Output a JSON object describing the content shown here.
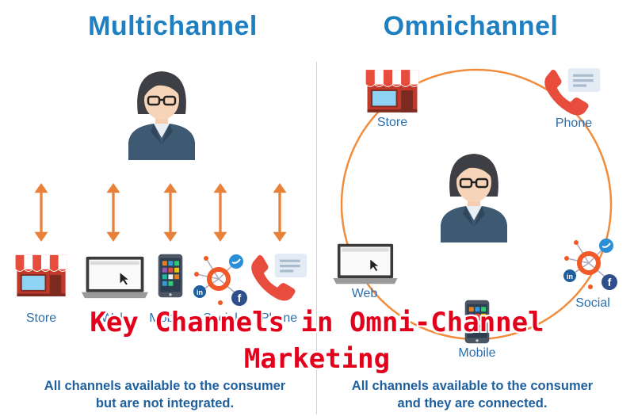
{
  "left": {
    "title": "Multichannel",
    "caption_line1": "All channels available to the consumer",
    "caption_line2": "but are not integrated.",
    "labels": {
      "store": "Store",
      "web": "Web",
      "mobile": "Mobile",
      "social": "Social",
      "phone": "Phone"
    }
  },
  "right": {
    "title": "Omnichannel",
    "caption_line1": "All channels available to the consumer",
    "caption_line2": "and they are connected.",
    "labels": {
      "store": "Store",
      "phone": "Phone",
      "web": "Web",
      "social": "Social",
      "mobile": "Mobile"
    }
  },
  "overlay": {
    "line1": "Key Channels in Omni-Channel",
    "line2": "Marketing"
  },
  "colors": {
    "title_blue": "#1e7fc1",
    "arrow_orange": "#e8823b",
    "circle_orange": "#f08c3c",
    "overlay_red": "#e3001b"
  }
}
